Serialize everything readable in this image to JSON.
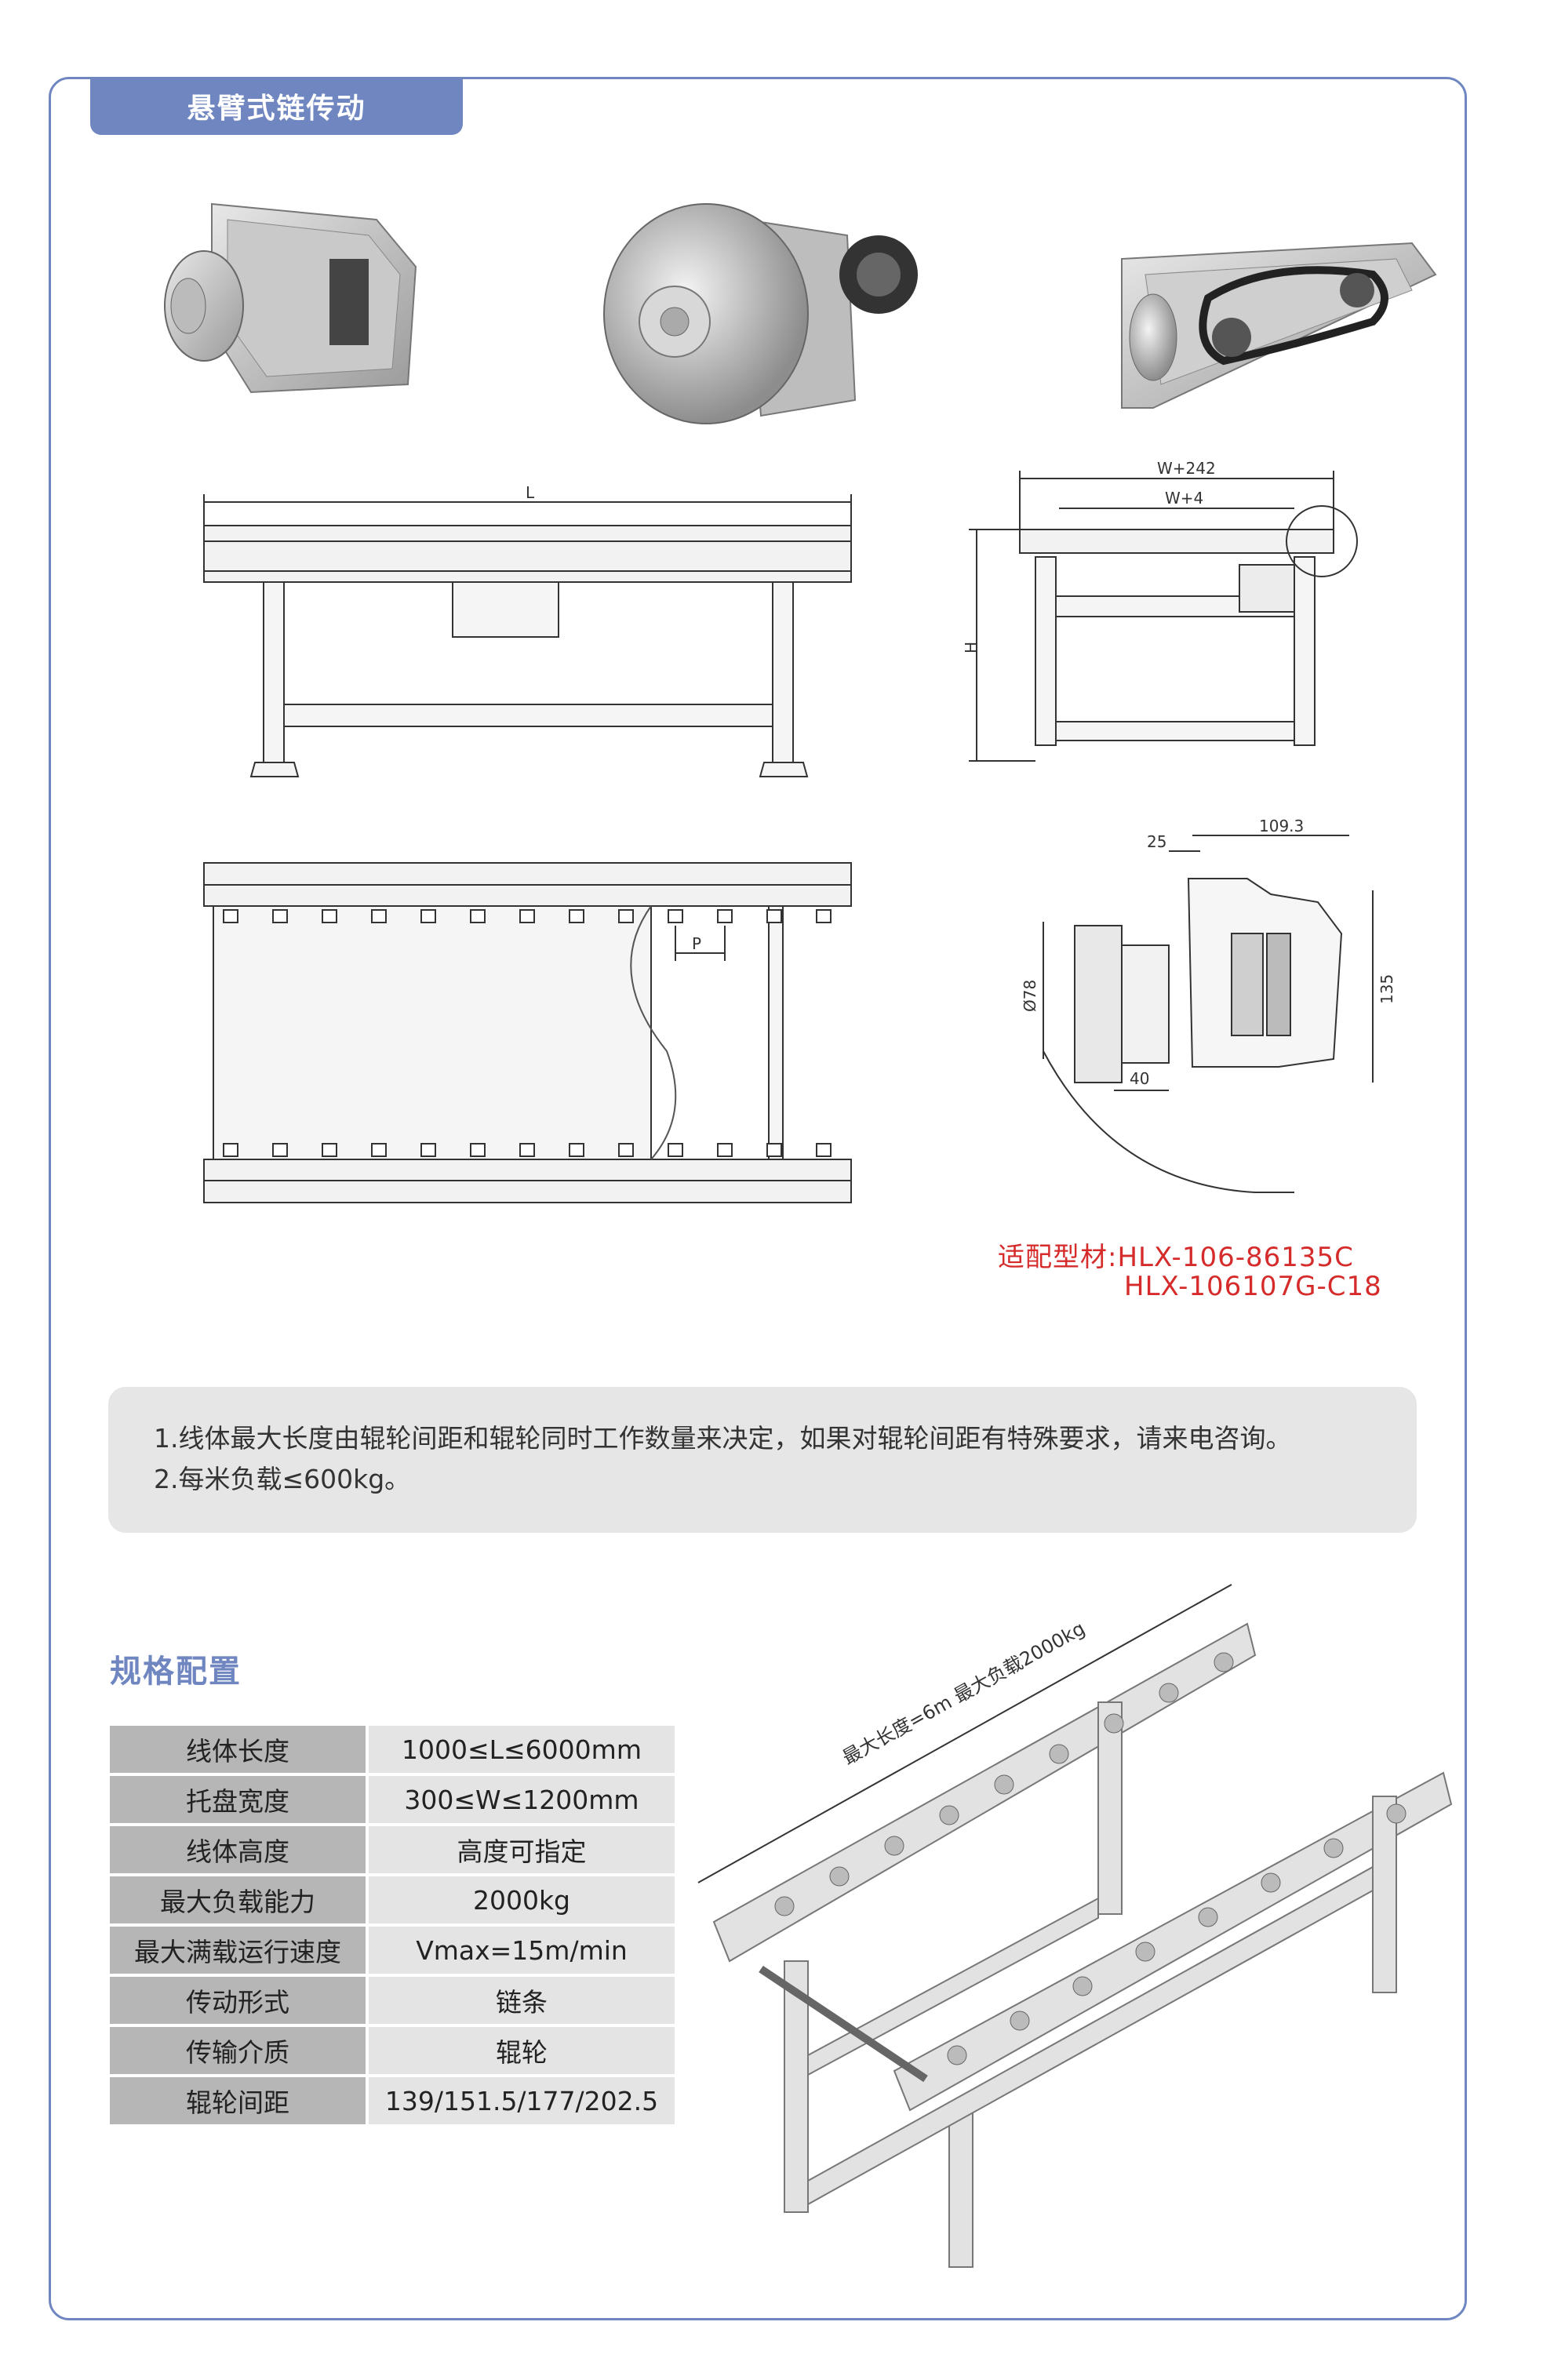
{
  "section1": {
    "title": "悬臂式链传动"
  },
  "drawings": {
    "length_label": "L",
    "width_outer_label": "W+242",
    "width_inner_label": "W+4",
    "height_label": "H",
    "pitch_label": "P",
    "detail_dims": {
      "d25": "25",
      "d109": "109.3",
      "d78": "Ø78",
      "d135": "135",
      "d40": "40"
    }
  },
  "profile": {
    "line1": "适配型材:HLX-106-86135C",
    "line2": "HLX-106107G-C18"
  },
  "notes": [
    "1.线体最大长度由辊轮间距和辊轮同时工作数量来决定，如果对辊轮间距有特殊要求，请来电咨询。",
    "2.每米负载≤600kg。"
  ],
  "spec": {
    "title": "规格配置",
    "rows": [
      {
        "key": "线体长度",
        "value": "1000≤L≤6000mm"
      },
      {
        "key": "托盘宽度",
        "value": "300≤W≤1200mm"
      },
      {
        "key": "线体高度",
        "value": "高度可指定"
      },
      {
        "key": "最大负载能力",
        "value": "2000kg"
      },
      {
        "key": "最大满载运行速度",
        "value": "Vmax=15m/min"
      },
      {
        "key": "传动形式",
        "value": "链条"
      },
      {
        "key": "传输介质",
        "value": "辊轮"
      },
      {
        "key": "辊轮间距",
        "value": "139/151.5/177/202.5"
      }
    ]
  },
  "iso_label": "最大长度=6m 最大负载2000kg",
  "colors": {
    "accent": "#6f86c0",
    "profile_red": "#d52b2b",
    "note_bg": "#e6e6e6"
  }
}
